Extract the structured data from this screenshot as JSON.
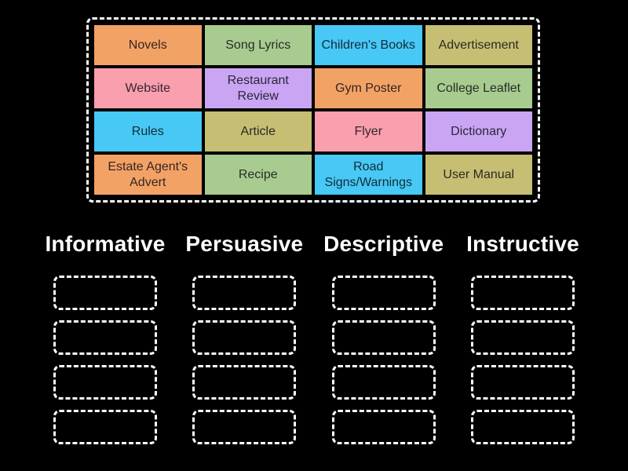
{
  "page": {
    "background_color": "#000000",
    "activity_type": "group-sort",
    "tile_text_color": "rgba(8,8,16,0.82)",
    "header_text_color": "#ffffff"
  },
  "palette": {
    "orange": "#f3a266",
    "green": "#a8cb8f",
    "blue": "#47c8f5",
    "khaki": "#c6be73",
    "pink": "#f99fae",
    "purple": "#c9a5f4"
  },
  "pool": {
    "tiles": [
      {
        "label": "Novels",
        "color": "#f3a266"
      },
      {
        "label": "Song Lyrics",
        "color": "#a8cb8f"
      },
      {
        "label": "Children's Books",
        "color": "#47c8f5"
      },
      {
        "label": "Advertisement",
        "color": "#c6be73"
      },
      {
        "label": "Website",
        "color": "#f99fae"
      },
      {
        "label": "Restaurant Review",
        "color": "#c9a5f4"
      },
      {
        "label": "Gym Poster",
        "color": "#f3a266"
      },
      {
        "label": "College Leaflet",
        "color": "#a8cb8f"
      },
      {
        "label": "Rules",
        "color": "#47c8f5"
      },
      {
        "label": "Article",
        "color": "#c6be73"
      },
      {
        "label": "Flyer",
        "color": "#f99fae"
      },
      {
        "label": "Dictionary",
        "color": "#c9a5f4"
      },
      {
        "label": "Estate Agent's Advert",
        "color": "#f3a266"
      },
      {
        "label": "Recipe",
        "color": "#a8cb8f"
      },
      {
        "label": "Road Signs/Warnings",
        "color": "#47c8f5"
      },
      {
        "label": "User Manual",
        "color": "#c6be73"
      }
    ]
  },
  "groups": [
    {
      "label": "Informative",
      "slot_count": 4
    },
    {
      "label": "Persuasive",
      "slot_count": 4
    },
    {
      "label": "Descriptive",
      "slot_count": 4
    },
    {
      "label": "Instructive",
      "slot_count": 4
    }
  ]
}
